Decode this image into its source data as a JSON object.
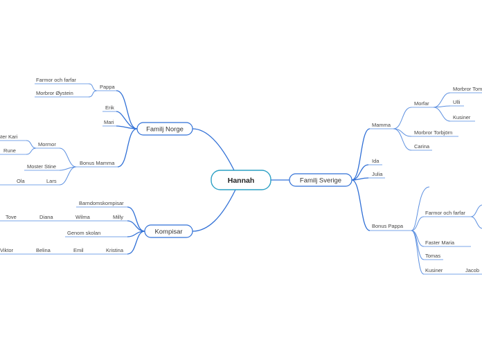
{
  "root": "Hannah",
  "branches": {
    "norge": "Familj Norge",
    "sverige": "Familj Sverige",
    "kompisar": "Kompisar"
  },
  "norge": {
    "pappa": "Pappa",
    "farmor_farfar": "Farmor och farfar",
    "morbror_oystein": "Morbror Øystein",
    "erik": "Erik",
    "mari": "Mari",
    "bonus_mamma": "Bonus Mamma",
    "mormor": "Mormor",
    "moster_kari": "Moster Kari",
    "rune": "Rune",
    "moster_stine": "Moster Stine",
    "lars": "Lars",
    "ola": "Ola"
  },
  "kompisar": {
    "barndomskompisar": "Barndomskompisar",
    "milly": "Milly",
    "wilma": "Wilma",
    "diana": "Diana",
    "tove": "Tove",
    "genom_skolan": "Genom skolan",
    "kristina": "Kristina",
    "emil": "Emil",
    "belina": "Belina",
    "viktor": "Viktor"
  },
  "sverige": {
    "mamma": "Mamma",
    "morfar": "Morfar",
    "morbror_tom": "Morbror Tom",
    "ulli": "Ulli",
    "kusiner": "Kusiner",
    "morbror_torbjorn": "Morbror Torbjörn",
    "carina": "Carina",
    "ida": "Ida",
    "julia": "Julia",
    "bonus_pappa": "Bonus Pappa",
    "farmor_farfar": "Farmor och farfar",
    "faster_maria": "Faster Maria",
    "tomas": "Tomas",
    "kusiner2": "Kusiner",
    "jacob": "Jacob"
  }
}
